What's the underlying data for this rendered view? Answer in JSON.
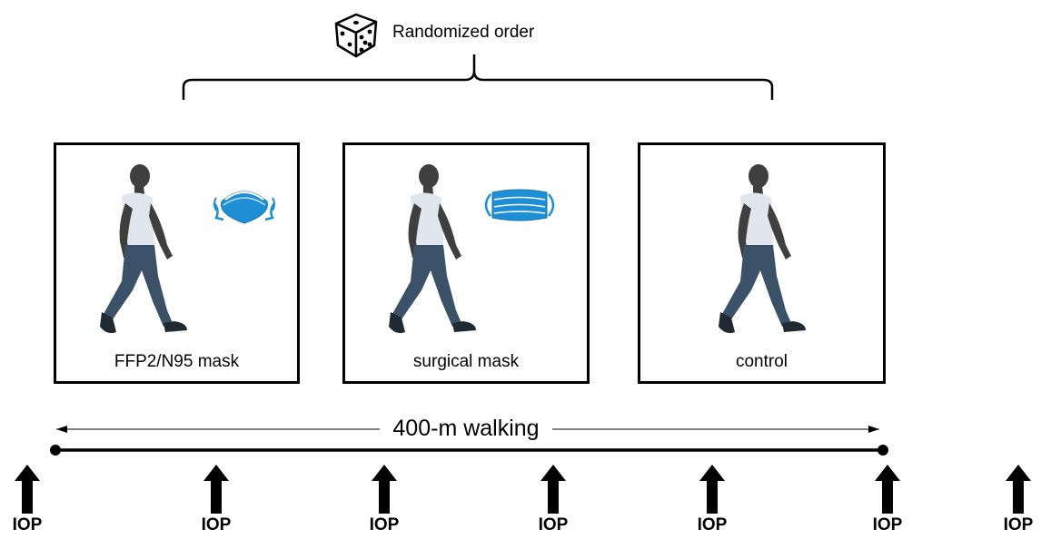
{
  "header": {
    "randomized_label": "Randomized order"
  },
  "conditions": [
    {
      "label": "FFP2/N95 mask"
    },
    {
      "label": "surgical mask"
    },
    {
      "label": "control"
    }
  ],
  "walk": {
    "label": "400-m walking"
  },
  "measurement": {
    "label": "IOP",
    "count": 7
  },
  "colors": {
    "mask_blue": "#1e8fd5",
    "skin": "#3f3f3f",
    "shirt": "#dfe6ee",
    "pants": "#3b5168",
    "shoes": "#1f2a33"
  }
}
